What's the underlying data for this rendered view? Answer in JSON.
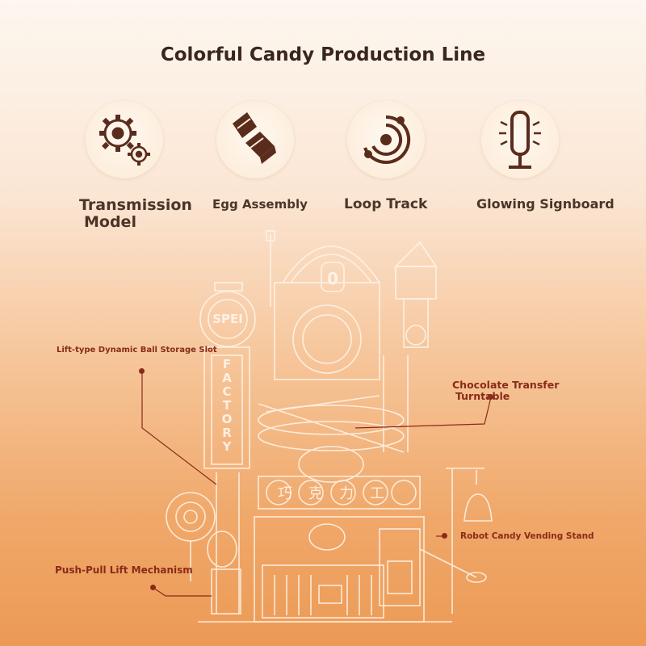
{
  "title": "Colorful Candy Production Line",
  "features": [
    {
      "label_line1": "Transmission",
      "label_line2": "Model",
      "icon": "gears-icon"
    },
    {
      "label_line1": "Egg Assembly",
      "label_line2": "",
      "icon": "egg-assembly-icon"
    },
    {
      "label_line1": "Loop Track",
      "label_line2": "",
      "icon": "loop-track-icon"
    },
    {
      "label_line1": "Glowing Signboard",
      "label_line2": "",
      "icon": "signboard-icon"
    }
  ],
  "callouts": {
    "ball_storage": "Lift-type Dynamic Ball Storage Slot",
    "choc_line1": "Chocolate Transfer",
    "choc_line2": "Turntable",
    "vending": "Robot Candy Vending Stand",
    "push_pull": "Push-Pull Lift Mechanism"
  },
  "machine": {
    "sign_vertical": "FACTORY",
    "sign_top": "SPEI",
    "dial": "0",
    "chinese_sign": "巧克力工"
  },
  "colors": {
    "accent_dark": "#3a2620",
    "callout": "#8a2a1a",
    "icon_brown": "#5a2c1c"
  }
}
